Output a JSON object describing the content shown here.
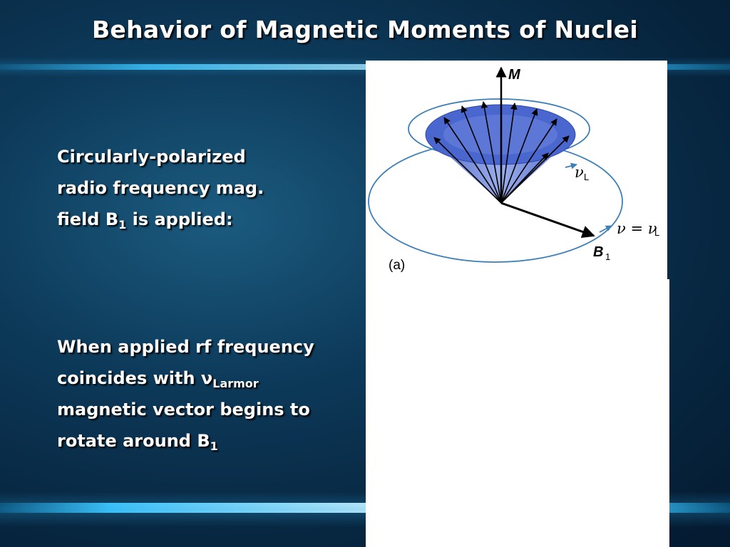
{
  "slide": {
    "title": "Behavior of Magnetic Moments of Nuclei",
    "paragraph1": {
      "line1": "Circularly-polarized",
      "line2": "radio frequency mag.",
      "line3_a": "field B",
      "line3_sub": "1",
      "line3_b": " is applied:"
    },
    "paragraph2": {
      "line1": "When applied rf frequency",
      "line2_a": "coincides with ",
      "line2_nu": "ν",
      "line2_sub": "Larmor",
      "line3": "magnetic vector begins to",
      "line4_a": "rotate around B",
      "line4_sub": "1"
    }
  },
  "figure": {
    "label_M": "M",
    "label_nu": "ν",
    "label_L_sub": "L",
    "label_nu_eq": "ν = ν",
    "label_L_sub2": "L",
    "label_B": "B",
    "label_B_sub": "1",
    "label_panel": "(a)"
  },
  "colors": {
    "cone_blue": "#3f5fc8",
    "orbit_blue": "#3d7fb8",
    "text_white": "#ffffff"
  }
}
